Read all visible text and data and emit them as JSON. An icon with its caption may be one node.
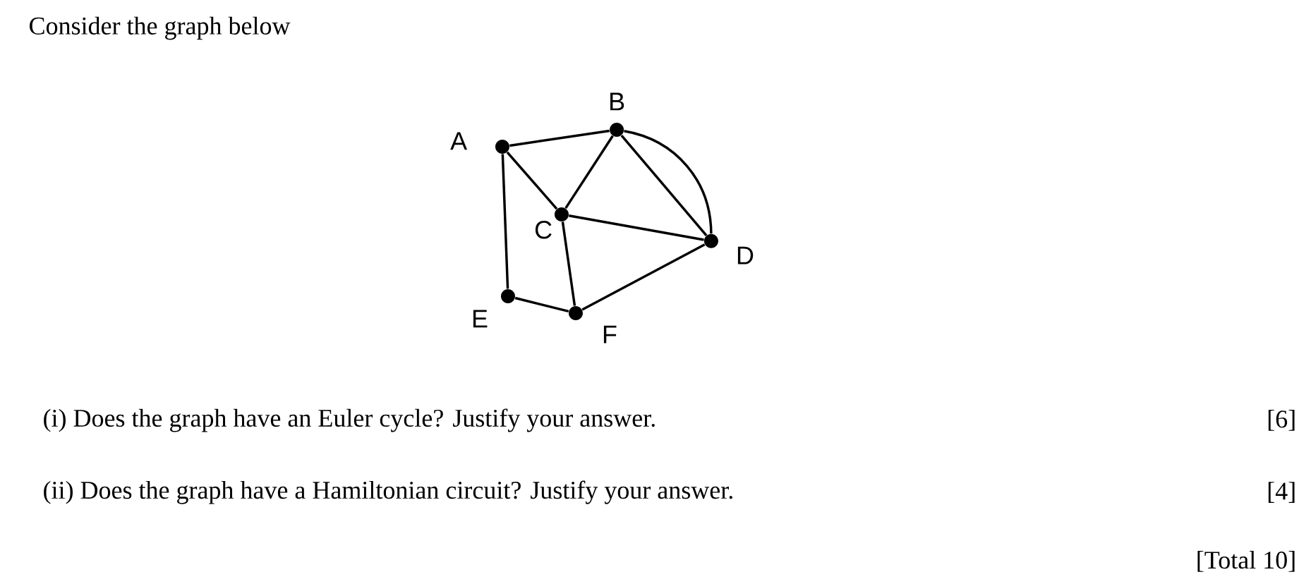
{
  "diagram": {
    "nodes": [
      {
        "text": [],
        "shape": "circle",
        "beside": [
          "A"
        ]
      },
      {
        "text": [],
        "shape": "circle",
        "beside": [
          "B"
        ]
      },
      {
        "text": [],
        "shape": "circle",
        "beside": [
          "C"
        ]
      },
      {
        "text": [],
        "shape": "circle",
        "beside": [
          "D"
        ]
      },
      {
        "text": [],
        "shape": "circle",
        "beside": [
          "E"
        ]
      },
      {
        "text": [],
        "shape": "circle",
        "beside": [
          "F"
        ]
      }
    ],
    "edges": [
      {
        "from": 0,
        "to": 1,
        "arrow": "none"
      },
      {
        "from": 0,
        "to": 2,
        "arrow": "none"
      },
      {
        "from": 0,
        "to": 4,
        "arrow": "none"
      },
      {
        "from": 1,
        "to": 2,
        "arrow": "none"
      },
      {
        "from": 1,
        "to": 3,
        "arrow": "none"
      },
      {
        "from": 1,
        "to": 3,
        "arrow": "none"
      },
      {
        "from": 2,
        "to": 3,
        "arrow": "none"
      },
      {
        "from": 2,
        "to": 5,
        "arrow": "none"
      },
      {
        "from": 4,
        "to": 5,
        "arrow": "none"
      },
      {
        "from": 5,
        "to": 3,
        "arrow": "none"
      }
    ],
    "labels": [
      "Consider the graph below",
      "(i) Does the graph have an Euler cycle? Justify your answer.",
      "[6]",
      "(ii) Does the graph have a Hamiltonian circuit? Justify your answer.",
      "[4]",
      "[Total 10]"
    ]
  }
}
